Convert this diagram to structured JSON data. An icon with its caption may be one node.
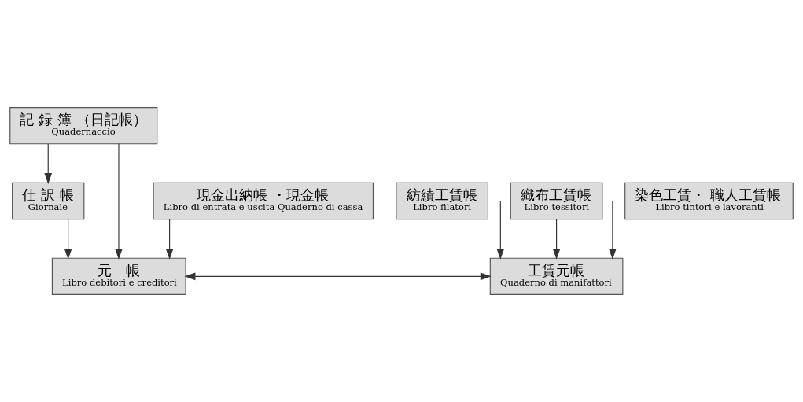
{
  "diagram": {
    "nodes": [
      {
        "text": [
          "記 録 簿 （日記帳）",
          "Quadernaccio"
        ]
      },
      {
        "text": [
          "現金出納帳 ・現金帳",
          "Libro di entrata e uscita Quaderno di cassa"
        ]
      },
      {
        "text": [
          "紡績工賃帳",
          "Libro filatori"
        ]
      },
      {
        "text": [
          "織布工賃帳",
          "Libro tessitori"
        ]
      },
      {
        "text": [
          "染色工賃・ 職人工賃帳",
          "Libro tintori e lavoranti"
        ]
      },
      {
        "text": [
          "仕 訳 帳",
          "Giornale"
        ]
      },
      {
        "text": [
          "元　帳",
          "Libro debitori e creditori"
        ]
      },
      {
        "text": [
          "工賃元帳",
          "Quaderno di manifattori"
        ]
      }
    ],
    "edges": [
      {
        "from": 0,
        "to": 5,
        "arrow": "to"
      },
      {
        "from": 0,
        "to": 6,
        "arrow": "to"
      },
      {
        "from": 5,
        "to": 6,
        "arrow": "to"
      },
      {
        "from": 1,
        "to": 6,
        "arrow": "to"
      },
      {
        "from": 2,
        "to": 7,
        "arrow": "to"
      },
      {
        "from": 3,
        "to": 7,
        "arrow": "to"
      },
      {
        "from": 4,
        "to": 7,
        "arrow": "to"
      },
      {
        "from": 6,
        "to": 7,
        "arrow": "both"
      }
    ]
  }
}
